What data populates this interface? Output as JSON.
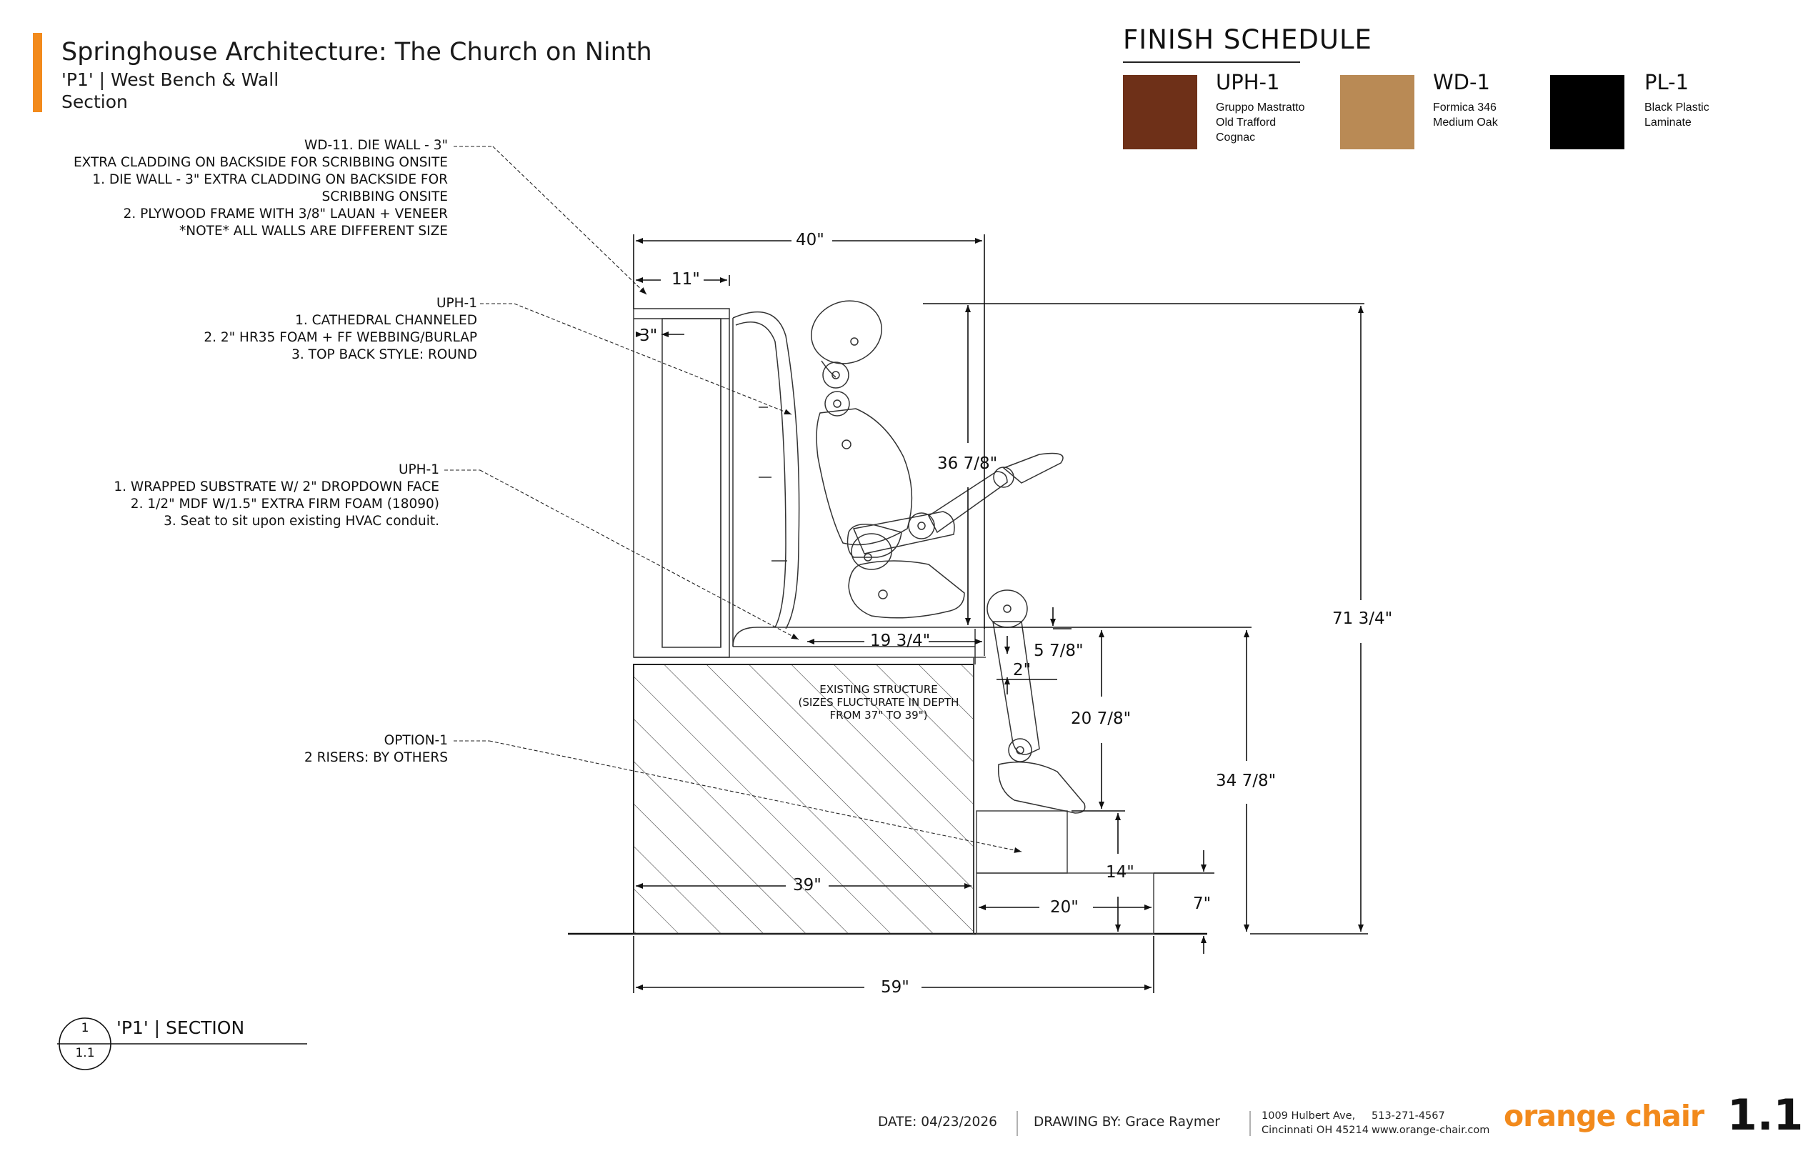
{
  "header": {
    "project_title": "Springhouse Architecture: The Church on Ninth",
    "drawing_name": "'P1' | West Bench & Wall",
    "view_type": "Section",
    "accent_color": "#f28a1c"
  },
  "finish_schedule": {
    "title": "FINISH SCHEDULE",
    "items": [
      {
        "code": "UPH-1",
        "desc": [
          "Gruppo Mastratto",
          "Old Trafford",
          "Cognac"
        ],
        "color": "#6e3018"
      },
      {
        "code": "WD-1",
        "desc": [
          "Formica 346",
          "Medium Oak"
        ],
        "color": "#b98a55"
      },
      {
        "code": "PL-1",
        "desc": [
          "Black Plastic",
          "Laminate"
        ],
        "color": "#000000"
      }
    ]
  },
  "notes": {
    "wd11": [
      "WD-11. DIE WALL - 3\"",
      "EXTRA CLADDING ON BACKSIDE FOR SCRIBBING ONSITE",
      "1. DIE WALL - 3\" EXTRA CLADDING ON BACKSIDE FOR",
      "SCRIBBING ONSITE",
      "2. PLYWOOD FRAME WITH 3/8\" LAUAN + VENEER",
      "*NOTE* ALL WALLS ARE DIFFERENT SIZE"
    ],
    "uph_back": [
      "UPH-1",
      "1. CATHEDRAL CHANNELED",
      "2. 2\" HR35 FOAM + FF WEBBING/BURLAP",
      "3. TOP BACK STYLE: ROUND"
    ],
    "uph_seat": [
      "UPH-1",
      "1. WRAPPED SUBSTRATE W/ 2\" DROPDOWN FACE",
      "2. 1/2\" MDF W/1.5\" EXTRA FIRM FOAM (18090)",
      "3. Seat to sit upon existing HVAC conduit."
    ],
    "option": [
      "OPTION-1",
      "2 RISERS: BY OTHERS"
    ],
    "existing": [
      "EXISTING STRUCTURE",
      "(SIZES FLUCTURATE IN DEPTH",
      "FROM 37\" TO 39\")"
    ]
  },
  "dimensions": {
    "d40": "40\"",
    "d11": "11\"",
    "d3": "3\"",
    "d36_78": "36 7/8\"",
    "d71_34": "71 3/4\"",
    "d19_34": "19 3/4\"",
    "d5_78": "5 7/8\"",
    "d2": "2\"",
    "d20_78": "20 7/8\"",
    "d34_78": "34 7/8\"",
    "d14": "14\"",
    "d39": "39\"",
    "d20": "20\"",
    "d7": "7\"",
    "d59": "59\""
  },
  "section_tag": {
    "number": "1",
    "sheet": "1.1",
    "label": "'P1' | SECTION"
  },
  "footer": {
    "date": "DATE: 04/23/2026",
    "drawn_by": "DRAWING BY: Grace Raymer",
    "address": [
      "1009 Hulbert Ave,",
      "Cincinnati OH 45214"
    ],
    "contact": [
      "513-271-4567",
      "www.orange-chair.com"
    ],
    "logo": "orange chair",
    "sheet_number": "1.1"
  }
}
